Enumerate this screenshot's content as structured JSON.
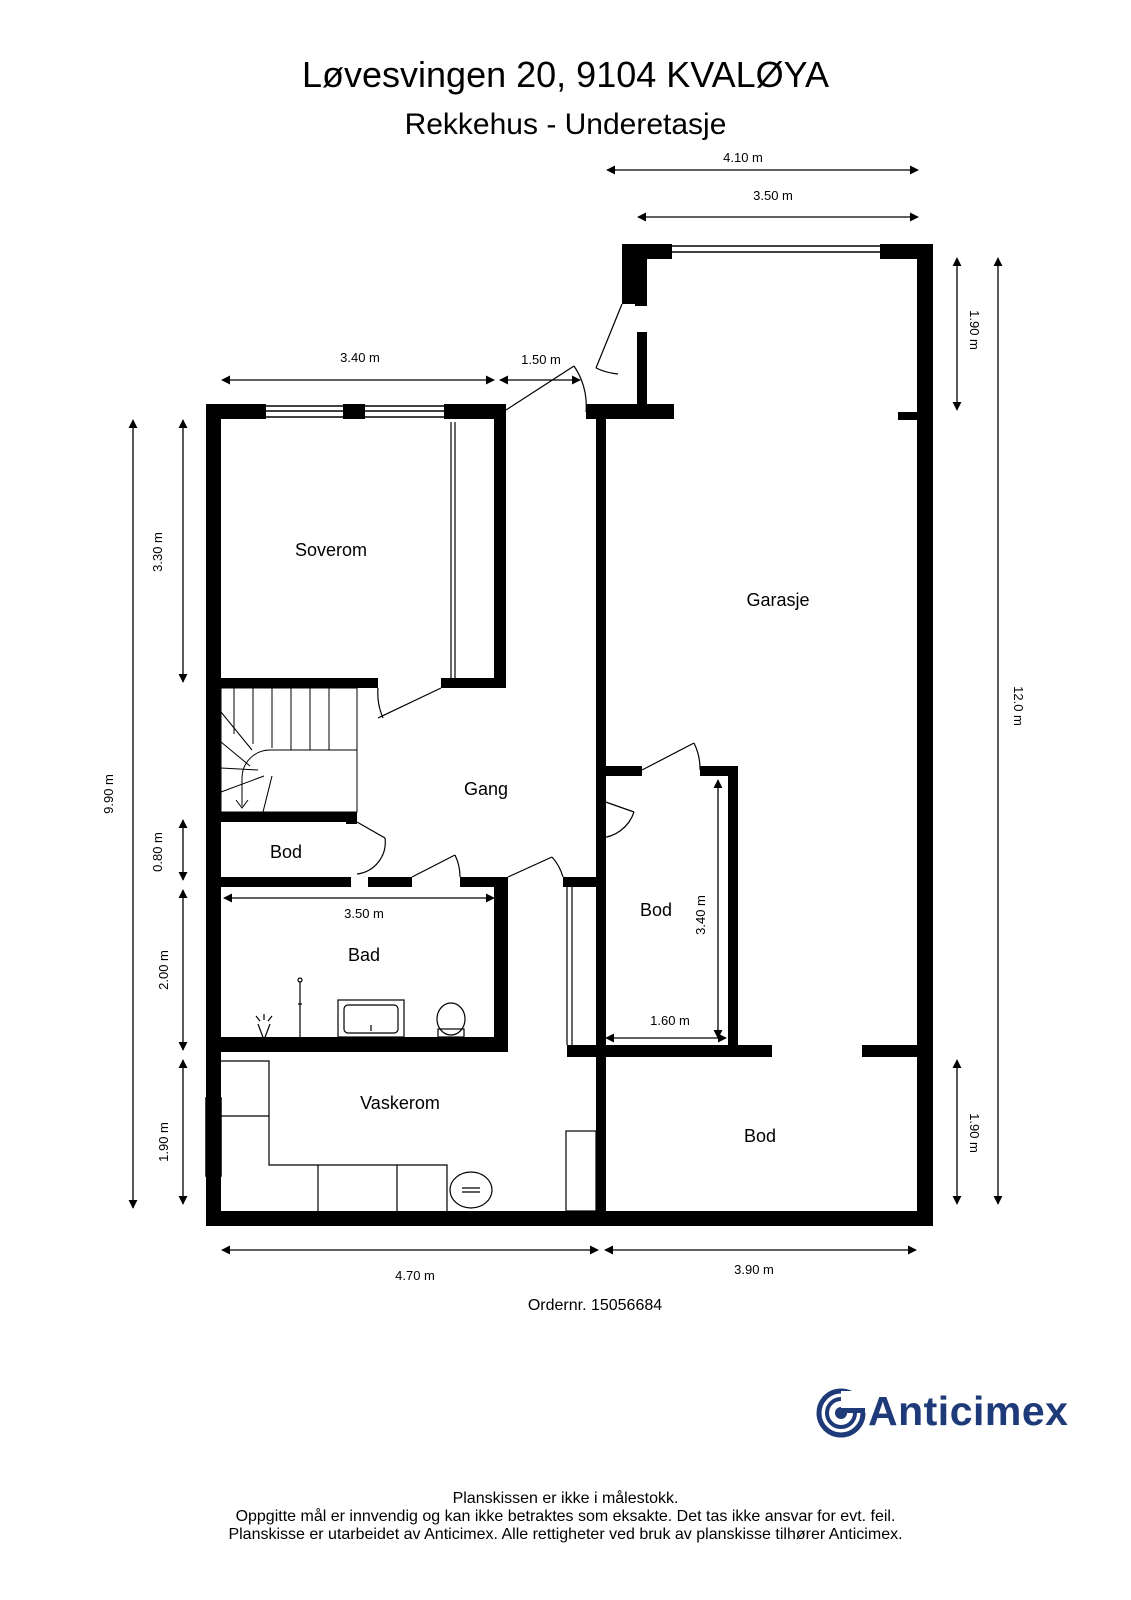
{
  "header": {
    "title": "Løvesvingen 20, 9104 KVALØYA",
    "subtitle": "Rekkehus - Underetasje"
  },
  "rooms": {
    "soverom": "Soverom",
    "garasje": "Garasje",
    "gang": "Gang",
    "bod_small": "Bod",
    "bod_mid": "Bod",
    "bod_bottom": "Bod",
    "bad": "Bad",
    "vaskerom": "Vaskerom"
  },
  "dimensions": {
    "top_4_10": "4.10 m",
    "top_3_50": "3.50 m",
    "top_3_40": "3.40 m",
    "top_1_50": "1.50 m",
    "right_1_90_top": "1.90 m",
    "right_12_0": "12.0 m",
    "right_1_90_bottom": "1.90 m",
    "left_9_90": "9.90 m",
    "left_3_30": "3.30 m",
    "left_0_80": "0.80 m",
    "left_2_00": "2.00 m",
    "left_1_90": "1.90 m",
    "bad_3_50": "3.50 m",
    "bod_3_40": "3.40 m",
    "bod_1_60": "1.60 m",
    "bottom_4_70": "4.70 m",
    "bottom_3_90": "3.90 m"
  },
  "order": "Ordernr. 15056684",
  "logo": {
    "text": "Anticimex",
    "color": "#1f3a78"
  },
  "footer": {
    "line1": "Planskissen er ikke i målestokk.",
    "line2": "Oppgitte mål er innvendig og kan ikke betraktes som eksakte. Det tas ikke ansvar for evt. feil.",
    "line3": "Planskisse er utarbeidet av Anticimex. Alle rettigheter ved bruk av planskisse tilhører Anticimex."
  }
}
